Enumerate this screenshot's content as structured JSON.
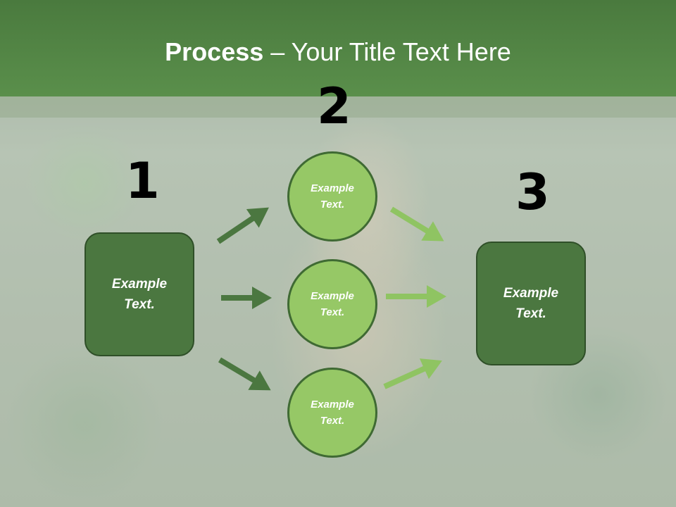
{
  "slide": {
    "title_bold": "Process",
    "title_rest": " – Your Title Text Here"
  },
  "steps": {
    "one": "1",
    "two": "2",
    "three": "3"
  },
  "left_box": {
    "text": "Example\nText."
  },
  "circles": [
    {
      "text": "Example\nText."
    },
    {
      "text": "Example\nText."
    },
    {
      "text": "Example\nText."
    }
  ],
  "right_box": {
    "text": "Example\nText."
  },
  "colors": {
    "header": "#5a8f4b",
    "box_fill": "#4b7740",
    "circle_fill": "#96c866",
    "arrow_dark": "#4b7740",
    "arrow_light": "#8fc462"
  }
}
